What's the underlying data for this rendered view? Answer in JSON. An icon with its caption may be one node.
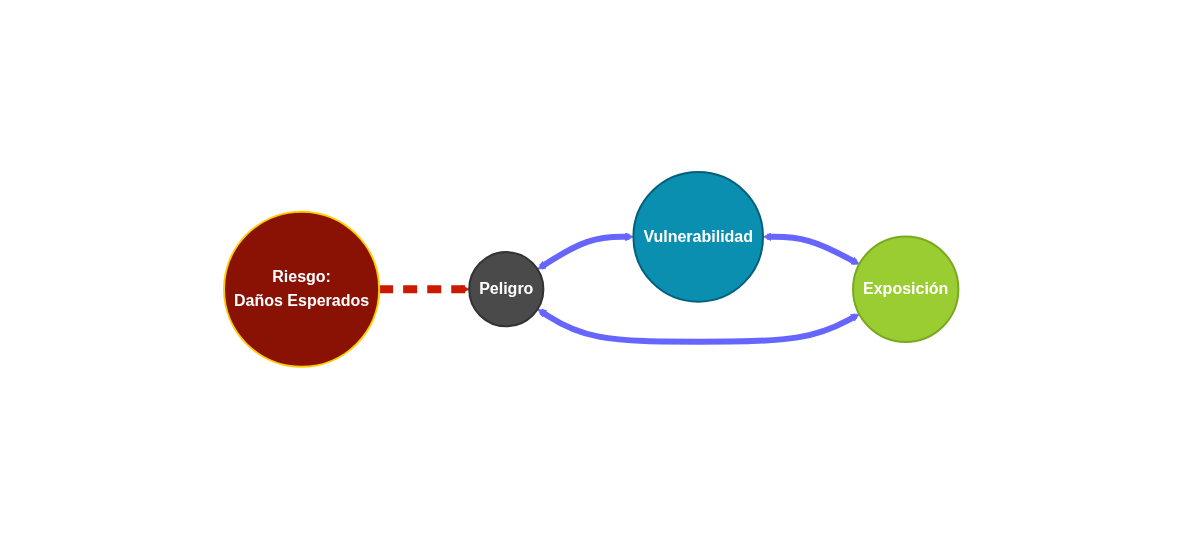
{
  "diagram": {
    "nodes": [
      {
        "text": [
          "Riesgo:",
          "Daños Esperados"
        ]
      },
      {
        "text": [
          "Peligro"
        ]
      },
      {
        "text": [
          "Vulnerabilidad"
        ]
      },
      {
        "text": [
          "Exposición"
        ]
      }
    ],
    "edges": [
      {
        "from": 0,
        "to": 1,
        "arrow": "to",
        "style": "dashed",
        "color": "#cc1a00"
      },
      {
        "from": 1,
        "to": 2,
        "arrow": "both"
      },
      {
        "from": 2,
        "to": 3,
        "arrow": "both"
      },
      {
        "from": 1,
        "to": 3,
        "arrow": "both"
      }
    ]
  }
}
